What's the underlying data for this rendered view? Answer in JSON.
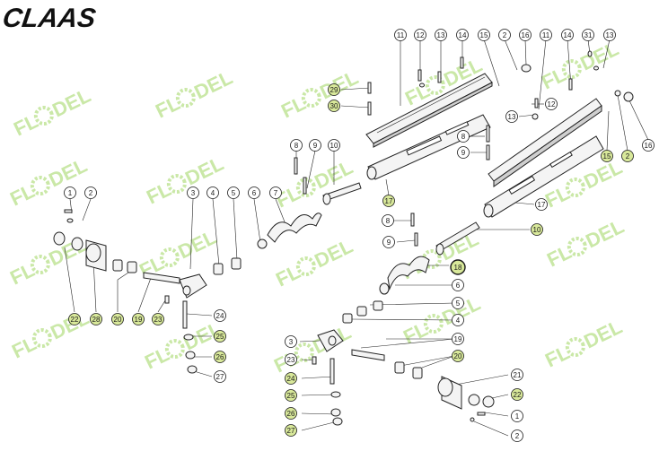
{
  "brand": {
    "logo_text": "CLAAS"
  },
  "watermark": {
    "text_left": "FL",
    "text_right": "DEL"
  },
  "colors": {
    "ink": "#1a1a1a",
    "watermark": "#b8e08a",
    "highlight": "#d8e89a",
    "part_fill": "#f4f4f4"
  },
  "callouts": [
    {
      "label": "11"
    },
    {
      "label": "12"
    },
    {
      "label": "13"
    },
    {
      "label": "14"
    },
    {
      "label": "15"
    },
    {
      "label": "2"
    },
    {
      "label": "16"
    },
    {
      "label": "11"
    },
    {
      "label": "14"
    },
    {
      "label": "31"
    },
    {
      "label": "13"
    },
    {
      "label": "29"
    },
    {
      "label": "30"
    },
    {
      "label": "12"
    },
    {
      "label": "13"
    },
    {
      "label": "15"
    },
    {
      "label": "2"
    },
    {
      "label": "16"
    },
    {
      "label": "8"
    },
    {
      "label": "9"
    },
    {
      "label": "10"
    },
    {
      "label": "8"
    },
    {
      "label": "9"
    },
    {
      "label": "17"
    },
    {
      "label": "17"
    },
    {
      "label": "1"
    },
    {
      "label": "2"
    },
    {
      "label": "3"
    },
    {
      "label": "4"
    },
    {
      "label": "5"
    },
    {
      "label": "6"
    },
    {
      "label": "7"
    },
    {
      "label": "8"
    },
    {
      "label": "9"
    },
    {
      "label": "10"
    },
    {
      "label": "22"
    },
    {
      "label": "28"
    },
    {
      "label": "20"
    },
    {
      "label": "19"
    },
    {
      "label": "23"
    },
    {
      "label": "24"
    },
    {
      "label": "25"
    },
    {
      "label": "26"
    },
    {
      "label": "27"
    },
    {
      "label": "18"
    },
    {
      "label": "6"
    },
    {
      "label": "5"
    },
    {
      "label": "4"
    },
    {
      "label": "3"
    },
    {
      "label": "19"
    },
    {
      "label": "23"
    },
    {
      "label": "20"
    },
    {
      "label": "24"
    },
    {
      "label": "21"
    },
    {
      "label": "25"
    },
    {
      "label": "26"
    },
    {
      "label": "27"
    },
    {
      "label": "22"
    },
    {
      "label": "1"
    },
    {
      "label": "2"
    }
  ]
}
